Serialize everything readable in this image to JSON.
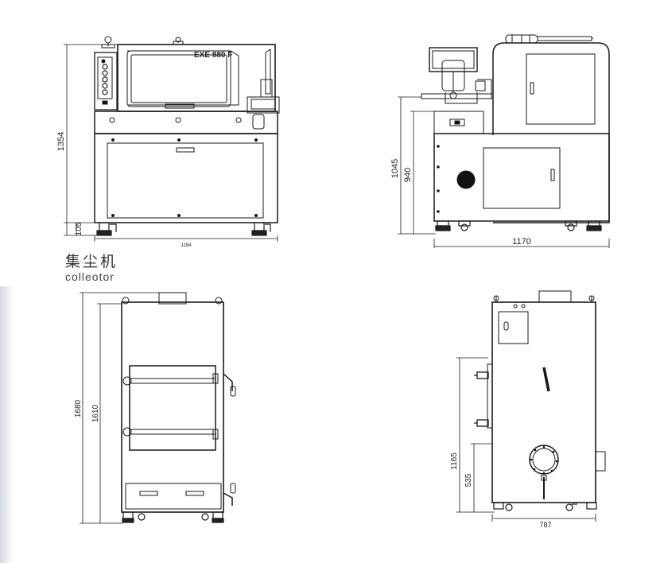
{
  "views": {
    "machine_front": {
      "model_label": "EXE 880 F",
      "dims": {
        "height": "1354",
        "base": "105",
        "width": "1194"
      }
    },
    "machine_side": {
      "dims": {
        "height_upper": "1045",
        "height_lower": "940",
        "width": "1170"
      }
    },
    "collector_caption": {
      "cn": "集尘机",
      "en": "colleotor"
    },
    "collector_front": {
      "dims": {
        "height_total": "1680",
        "height_body": "1610"
      }
    },
    "collector_side": {
      "dims": {
        "height_upper": "1165",
        "height_lower": "535",
        "width": "787"
      }
    }
  },
  "colors": {
    "line": "#1a1a1a",
    "fill": "#ffffff",
    "dark": "#111111"
  }
}
